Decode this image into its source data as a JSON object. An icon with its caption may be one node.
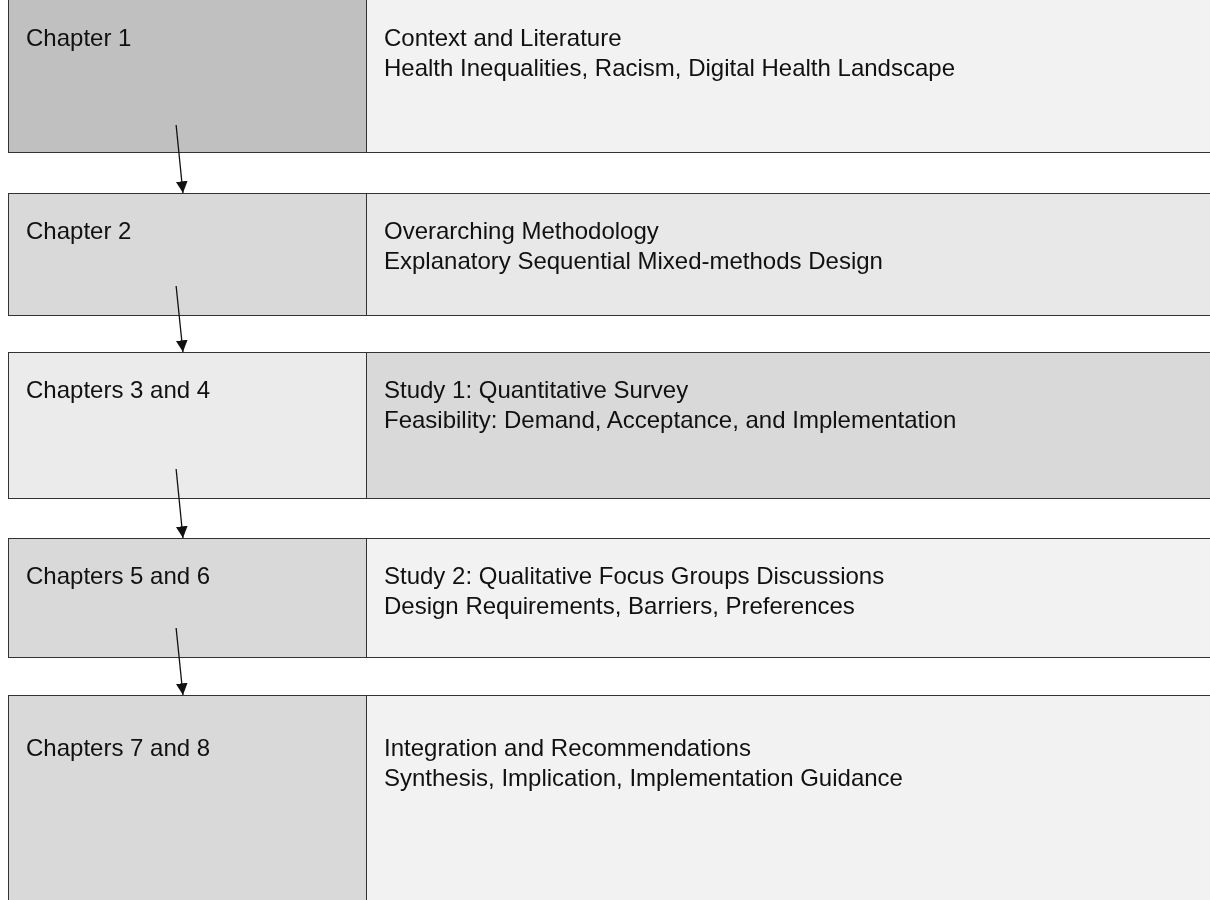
{
  "diagram": {
    "nodes": [
      {
        "text": [
          "Chapter 1"
        ]
      },
      {
        "text": [
          "Context and Literature",
          "Health Inequalities, Racism, Digital Health Landscape"
        ]
      },
      {
        "text": [
          "Chapter 2"
        ]
      },
      {
        "text": [
          "Overarching Methodology",
          "Explanatory Sequential Mixed-methods Design"
        ]
      },
      {
        "text": [
          "Chapters 3 and 4"
        ]
      },
      {
        "text": [
          "Study 1: Quantitative Survey",
          "Feasibility: Demand, Acceptance, and Implementation"
        ]
      },
      {
        "text": [
          "Chapters 5 and 6"
        ]
      },
      {
        "text": [
          "Study 2: Qualitative Focus Groups Discussions",
          "Design Requirements, Barriers, Preferences"
        ]
      },
      {
        "text": [
          "Chapters 7 and 8"
        ]
      },
      {
        "text": [
          "Integration and Recommendations",
          "Synthesis, Implication, Implementation Guidance"
        ]
      }
    ],
    "edges": [
      {
        "from": 0,
        "to": 2,
        "arrow": "to"
      },
      {
        "from": 2,
        "to": 4,
        "arrow": "to"
      },
      {
        "from": 4,
        "to": 6,
        "arrow": "to"
      },
      {
        "from": 6,
        "to": 8,
        "arrow": "to"
      }
    ]
  }
}
